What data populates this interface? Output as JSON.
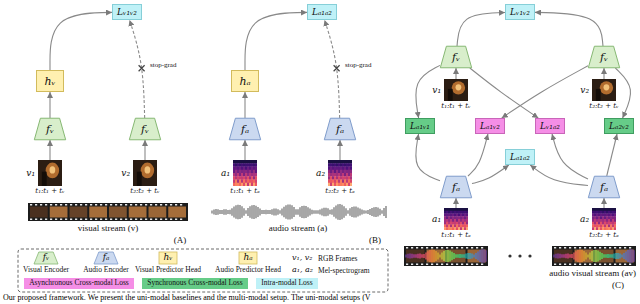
{
  "diagram": {
    "caption": "Our proposed framework. We present the uni-modal baselines and the multi-modal setup. The uni-modal setups (V",
    "nodes": [
      {
        "text": [
          "Lᵥ₁ᵥ₂"
        ]
      },
      {
        "text": [
          "hᵥ"
        ]
      },
      {
        "text": [
          "fᵥ"
        ]
      },
      {
        "text": [
          "fᵥ"
        ]
      },
      {
        "text": [
          "v₁",
          "t₁:t₁ + tᵥ"
        ]
      },
      {
        "text": [
          "v₂",
          "t₂:t₂ + tᵥ"
        ]
      },
      {
        "text": [
          "Lₐ₁ₐ₂"
        ]
      },
      {
        "text": [
          "hₐ"
        ]
      },
      {
        "text": [
          "fₐ"
        ]
      },
      {
        "text": [
          "fₐ"
        ]
      },
      {
        "text": [
          "a₁",
          "t₁:t₁ + tₐ"
        ]
      },
      {
        "text": [
          "a₂",
          "t₂:t₂ + tₐ"
        ]
      },
      {
        "text": [
          "Lᵥ₁ᵥ₂"
        ]
      },
      {
        "text": [
          "fᵥ"
        ]
      },
      {
        "text": [
          "fᵥ"
        ]
      },
      {
        "text": [
          "v₁",
          "t₁:t₁ + tᵥ"
        ]
      },
      {
        "text": [
          "v₂",
          "t₂:t₂ + tᵥ"
        ]
      },
      {
        "text": [
          "Lₐ₁ᵥ₁"
        ]
      },
      {
        "text": [
          "Lₐ₁ᵥ₂"
        ]
      },
      {
        "text": [
          "Lᵥ₁ₐ₂"
        ]
      },
      {
        "text": [
          "Lₐ₂ᵥ₂"
        ]
      },
      {
        "text": [
          "Lₐ₁ₐ₂"
        ]
      },
      {
        "text": [
          "fₐ"
        ]
      },
      {
        "text": [
          "fₐ"
        ]
      },
      {
        "text": [
          "a₁",
          "t₁:t₁ + tₐ"
        ]
      },
      {
        "text": [
          "a₂",
          "t₂:t₂ + tₐ"
        ]
      }
    ],
    "edges": [
      {
        "from": 4,
        "to": 2,
        "arrow": "to"
      },
      {
        "from": 2,
        "to": 1,
        "arrow": "to"
      },
      {
        "from": 1,
        "to": 0,
        "arrow": "to"
      },
      {
        "from": 5,
        "to": 3,
        "arrow": "to"
      },
      {
        "from": 3,
        "to": 0,
        "arrow": "to"
      },
      {
        "from": 10,
        "to": 8,
        "arrow": "to"
      },
      {
        "from": 8,
        "to": 7,
        "arrow": "to"
      },
      {
        "from": 7,
        "to": 6,
        "arrow": "to"
      },
      {
        "from": 11,
        "to": 9,
        "arrow": "to"
      },
      {
        "from": 9,
        "to": 6,
        "arrow": "to"
      },
      {
        "from": 15,
        "to": 13,
        "arrow": "to"
      },
      {
        "from": 16,
        "to": 14,
        "arrow": "to"
      },
      {
        "from": 13,
        "to": 12,
        "arrow": "to"
      },
      {
        "from": 14,
        "to": 12,
        "arrow": "to"
      },
      {
        "from": 13,
        "to": 17,
        "arrow": "to"
      },
      {
        "from": 22,
        "to": 17,
        "arrow": "to"
      },
      {
        "from": 14,
        "to": 18,
        "arrow": "to"
      },
      {
        "from": 22,
        "to": 18,
        "arrow": "to"
      },
      {
        "from": 13,
        "to": 19,
        "arrow": "to"
      },
      {
        "from": 23,
        "to": 19,
        "arrow": "to"
      },
      {
        "from": 14,
        "to": 20,
        "arrow": "to"
      },
      {
        "from": 23,
        "to": 20,
        "arrow": "to"
      },
      {
        "from": 22,
        "to": 21,
        "arrow": "to"
      },
      {
        "from": 23,
        "to": 21,
        "arrow": "to"
      },
      {
        "from": 24,
        "to": 22,
        "arrow": "to"
      },
      {
        "from": 25,
        "to": 23,
        "arrow": "to"
      }
    ],
    "labels": [
      "stop-grad",
      "stop-grad",
      "visual stream (v)",
      "audio stream (a)",
      "audio visual stream (av)",
      "(A)",
      "(B)",
      "(C)",
      "fᵥ",
      "fₐ",
      "hᵥ",
      "hₐ",
      "v₁, v₂",
      "a₁, a₂"
    ],
    "legend": [
      {
        "text": "Visual Encoder"
      },
      {
        "text": "Audio Encoder"
      },
      {
        "text": "Visual Predictor Head"
      },
      {
        "text": "Audio Predictor Head"
      },
      {
        "text": "Asynchronous Cross-modal Loss",
        "color": "#f58ee6"
      },
      {
        "text": "Synchronous Cross-modal Loss",
        "color": "#66cc88"
      },
      {
        "text": "Intra-modal Loss",
        "color": "#bff1f7"
      },
      {
        "text": "RGB Frames"
      },
      {
        "text": "Mel-spectrogram"
      }
    ]
  }
}
